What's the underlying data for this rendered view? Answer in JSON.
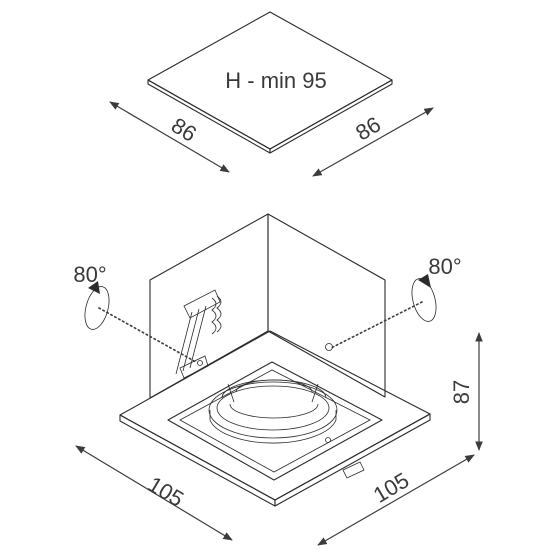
{
  "cutout": {
    "label": "H - min 95",
    "width_left": "86",
    "width_right": "86"
  },
  "fixture": {
    "tilt_left": "80°",
    "tilt_right": "80°",
    "height": "87",
    "width_left": "105",
    "width_right": "105"
  }
}
